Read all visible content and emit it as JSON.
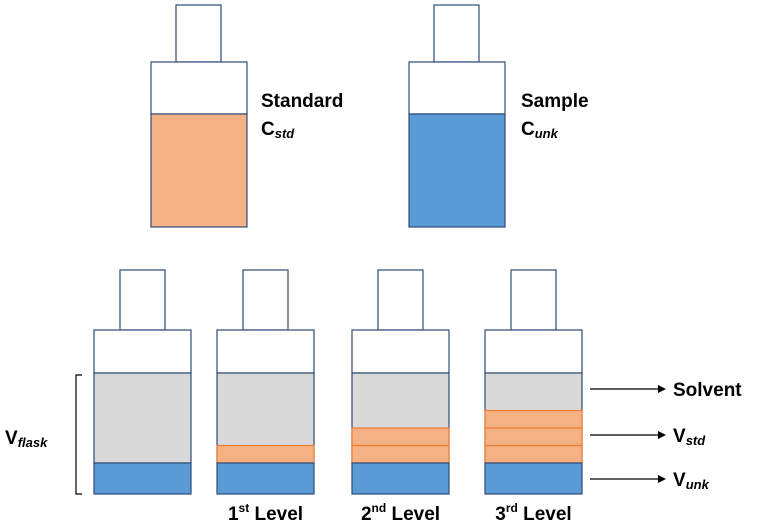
{
  "colors": {
    "standard": "#F4B183",
    "sample": "#5B9BD5",
    "solvent": "#D9D9D9",
    "outline": "#2E4A7A",
    "orange_line": "#ED7D31"
  },
  "top": {
    "standard": {
      "name": "Standard",
      "symbol": "C",
      "subscript": "std"
    },
    "sample": {
      "name": "Sample",
      "symbol": "C",
      "subscript": "unk"
    }
  },
  "bottom": {
    "flask_symbol": "V",
    "flask_subscript": "flask",
    "flasks": [
      {
        "std_layers": 0,
        "label": "",
        "sup": "",
        "suffix": ""
      },
      {
        "std_layers": 1,
        "label": "1",
        "sup": "st",
        "suffix": " Level"
      },
      {
        "std_layers": 2,
        "label": "2",
        "sup": "nd",
        "suffix": " Level"
      },
      {
        "std_layers": 3,
        "label": "3",
        "sup": "rd",
        "suffix": " Level"
      }
    ],
    "legend": {
      "solvent": "Solvent",
      "vstd_symbol": "V",
      "vstd_subscript": "std",
      "vunk_symbol": "V",
      "vunk_subscript": "unk"
    }
  }
}
